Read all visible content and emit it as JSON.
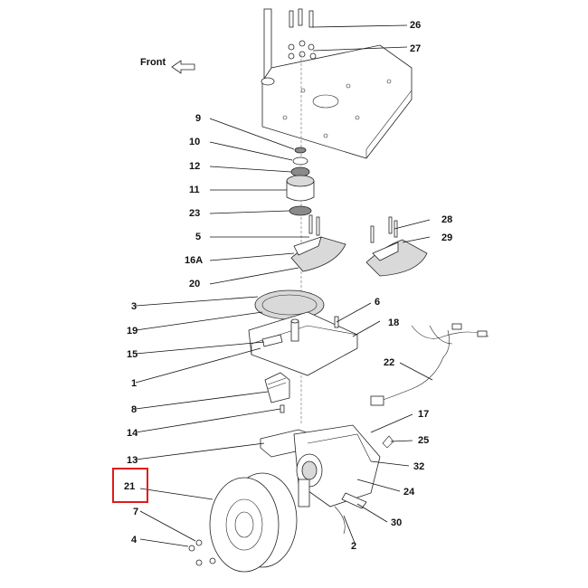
{
  "direction_label": "Front",
  "highlight_color": "#e01b1b",
  "highlighted_callout": "21",
  "callouts": {
    "c26": "26",
    "c27": "27",
    "c9": "9",
    "c10": "10",
    "c12": "12",
    "c11": "11",
    "c23": "23",
    "c5": "5",
    "c16A": "16A",
    "c20": "20",
    "c28": "28",
    "c29": "29",
    "c3": "3",
    "c6": "6",
    "c19": "19",
    "c18": "18",
    "c15": "15",
    "c1": "1",
    "c22": "22",
    "c8": "8",
    "c14": "14",
    "c17": "17",
    "c25": "25",
    "c13": "13",
    "c32": "32",
    "c21": "21",
    "c24": "24",
    "c7": "7",
    "c30": "30",
    "c4": "4",
    "c2": "2"
  }
}
